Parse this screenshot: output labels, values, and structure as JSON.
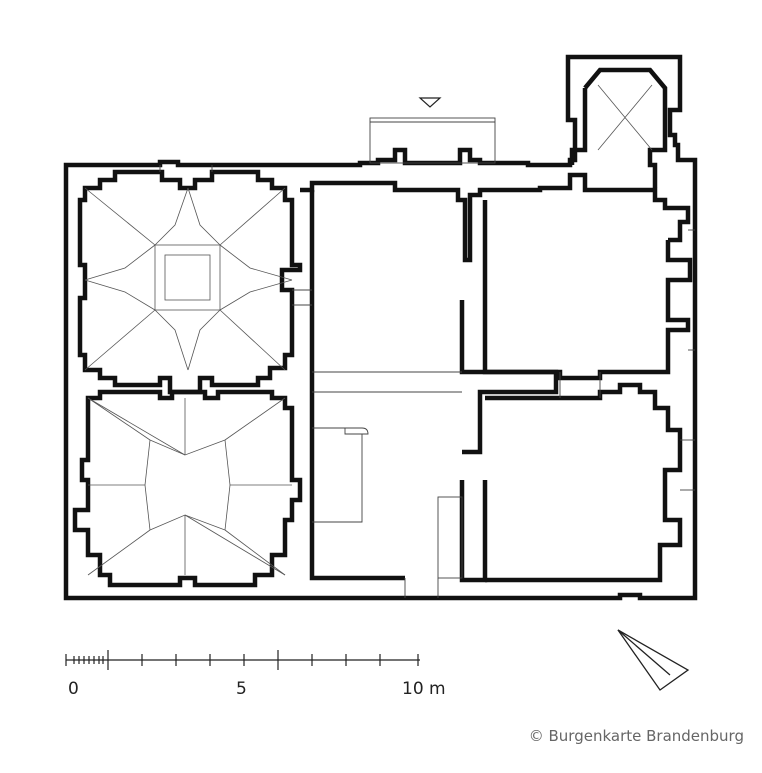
{
  "scale_bar": {
    "labels": [
      "0",
      "5",
      "10 m"
    ],
    "units": "m"
  },
  "credit": {
    "text": "© Burgenkarte Brandenburg"
  },
  "colors": {
    "wall": "#111111",
    "thin_line": "#555555",
    "background": "#ffffff",
    "credit_text": "#666666"
  },
  "icons": {
    "entrance_marker": "triangle-down-icon",
    "north_arrow": "north-arrow-icon"
  }
}
